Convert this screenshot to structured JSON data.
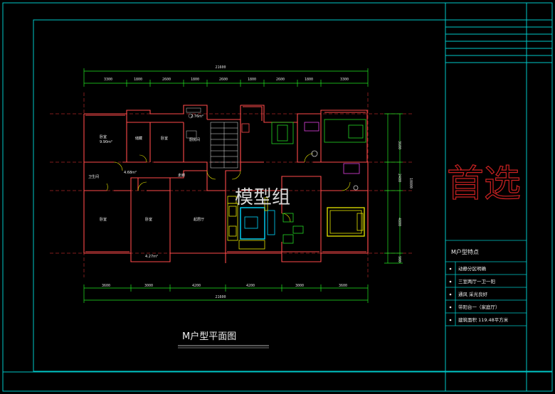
{
  "drawing": {
    "title": "M户型平面图",
    "watermark": "模型组",
    "stamp": "首选"
  },
  "dimensions": {
    "top_total": "21600",
    "top": [
      "3300",
      "1800",
      "2600",
      "1800",
      "2600",
      "1800",
      "2600",
      "1800",
      "3300"
    ],
    "bottom_total": "21600",
    "bottom": [
      "3600",
      "3000",
      "4200",
      "4200",
      "3000",
      "3600"
    ],
    "right": [
      "3600",
      "2400",
      "4800",
      "900"
    ],
    "right_total": "10800"
  },
  "rooms": {
    "bedroom_top": "卧室",
    "bedroom_top_area": "9.90m²",
    "storage1": "储藏",
    "bedroom_mid": "卧室",
    "kitchen": "厨房间",
    "bath_small": "卫生间",
    "corridor": "4.68m²",
    "hall": "走廊",
    "bedroom_bl": "卧室",
    "bedroom_bc": "卧室",
    "living": "起居厅",
    "balcony": "4.27m²",
    "top_small": "2.76m²"
  },
  "legend": {
    "header": "M户型特点",
    "items": [
      "动静分区明确",
      "三室两厅一卫一阳",
      "通风 采光良好",
      "带阳台一（家庭厅）",
      "建筑面积 119.48平方米"
    ]
  },
  "colors": {
    "frame": "#00c8c8",
    "wall": "#ff4a4a",
    "dim": "#22e822",
    "axis": "#ff3b3b",
    "furniture_yellow": "#e6e600",
    "furniture_cyan": "#00d8ff",
    "furniture_magenta": "#e040e0",
    "furniture_green": "#22d822"
  }
}
